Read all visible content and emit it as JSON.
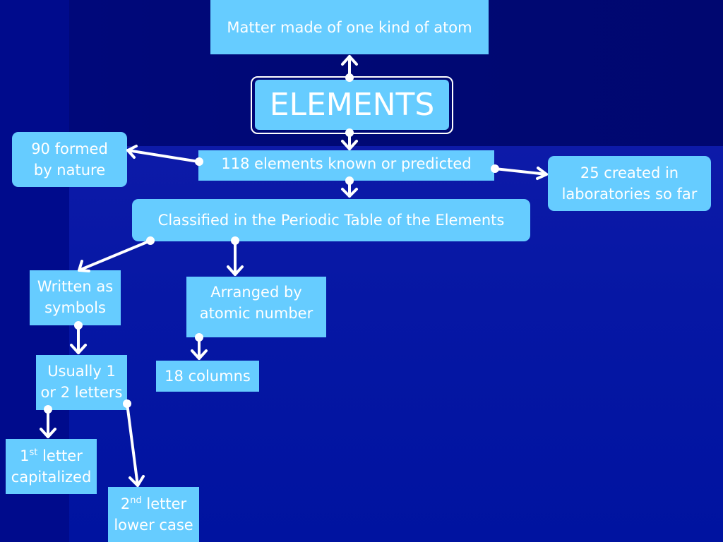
{
  "nodes": {
    "definition": "Matter made of one kind of atom",
    "title": "ELEMENTS",
    "known": "118 elements known or predicted",
    "natural": [
      "90 formed",
      "by nature"
    ],
    "created": [
      "25 created in",
      "laboratories so far"
    ],
    "classified": "Classified in the Periodic Table of the Elements",
    "symbols": [
      "Written as",
      "symbols"
    ],
    "arranged": [
      "Arranged by",
      "atomic number"
    ],
    "columns": "18 columns",
    "letters": [
      "Usually 1",
      "or 2 letters"
    ],
    "first": {
      "num": "1",
      "sup": "st",
      "rest": " letter",
      "line2": "capitalized"
    },
    "second": {
      "num": "2",
      "sup": "nd",
      "rest": " letter",
      "line2": "lower case"
    }
  },
  "colors": {
    "box": "#66ccff",
    "text": "#ffffff",
    "background": "#000a7c",
    "connector": "#ffffff"
  }
}
